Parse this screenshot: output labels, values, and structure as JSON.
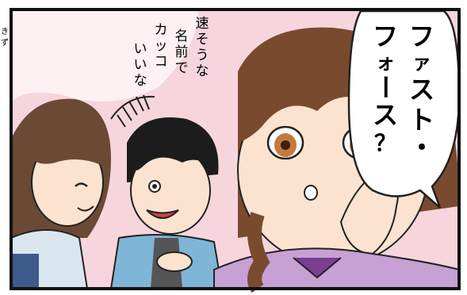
{
  "panel": {
    "speech_bubble": {
      "column_1": [
        "フ",
        "ァ",
        "ス",
        "ト",
        "・"
      ],
      "column_2": [
        "フ",
        "ォ",
        "ー",
        "ス",
        "？"
      ]
    },
    "aside_text": {
      "column_1": [
        "速",
        "そ",
        "う",
        "な"
      ],
      "column_2": [
        "名",
        "前",
        "で"
      ],
      "column_3": [
        "カ",
        "ッ",
        "コ"
      ],
      "column_4": [
        "い",
        "い",
        "な"
      ]
    },
    "margin_text": [
      "き",
      "ず"
    ]
  },
  "colors": {
    "background_pink": "#f6d5dc",
    "skin": "#fbe3cf",
    "hair_brown": "#7a4a2e",
    "hair_dark": "#1c1c1c",
    "shirt_purple": "#c7a0d4",
    "jacket_blue": "#7fb6d8",
    "uniform_light": "#d9e6ef",
    "outline": "#222222"
  }
}
